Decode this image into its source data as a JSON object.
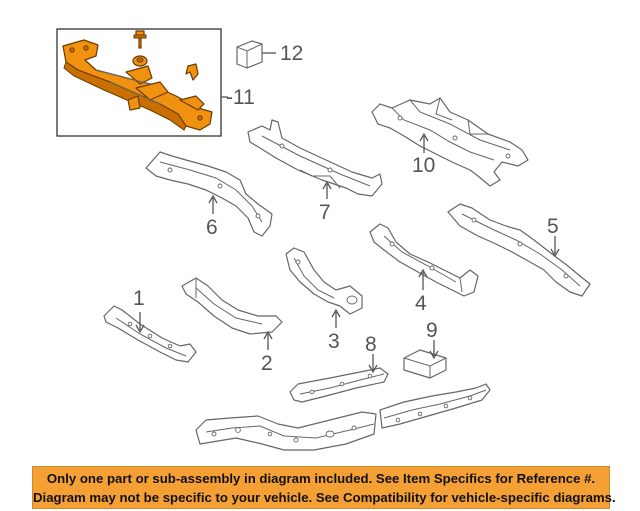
{
  "diagram": {
    "callouts": {
      "c1": "1",
      "c2": "2",
      "c3": "3",
      "c4": "4",
      "c5": "5",
      "c6": "6",
      "c7": "7",
      "c8": "8",
      "c9": "9",
      "c10": "10",
      "c11": "-11",
      "c12": "12"
    },
    "highlight_color": "#f0920f"
  },
  "banner": {
    "line1": "Only one part or sub-assembly in diagram included. See Item Specifics for Reference #.",
    "line2": "Diagram may not be specific to your vehicle. See Compatibility for vehicle-specific diagrams.",
    "background": "#f5a035"
  }
}
